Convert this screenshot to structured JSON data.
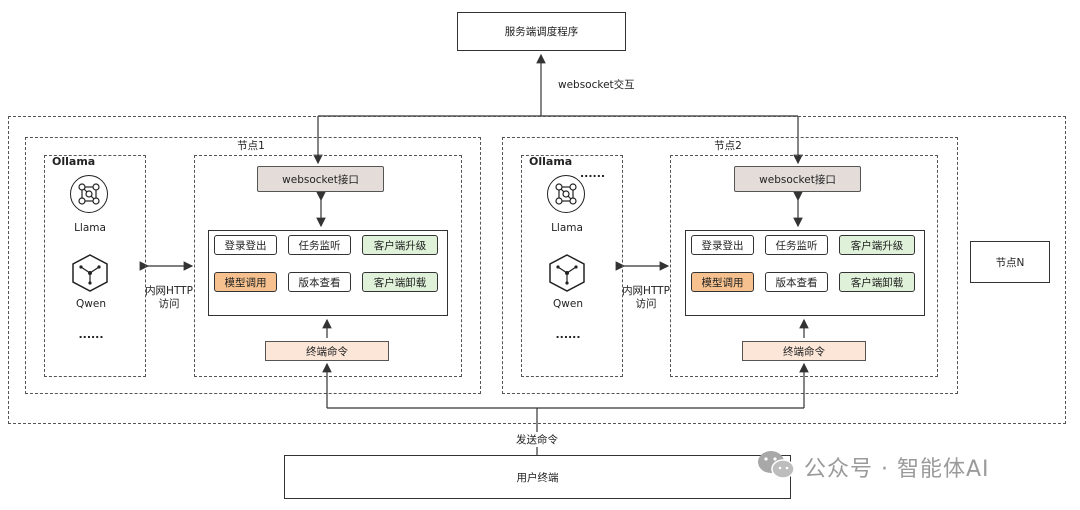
{
  "server": {
    "label": "服务端调度程序"
  },
  "ws_interaction": {
    "label": "websocket交互"
  },
  "nodes": [
    {
      "title": "节点1",
      "ollama": {
        "title": "Ollama",
        "models": [
          {
            "name": "Llama",
            "icon": "llama-network-icon"
          },
          {
            "name": "Qwen",
            "icon": "qwen-cube-icon"
          }
        ],
        "more": "......"
      },
      "http_label_line1": "内网HTTP",
      "http_label_line2": "访问",
      "ws_port": "websocket接口",
      "buttons": [
        {
          "label": "登录登出",
          "color": "white"
        },
        {
          "label": "任务监听",
          "color": "white"
        },
        {
          "label": "客户端升级",
          "color": "green"
        },
        {
          "label": "模型调用",
          "color": "orange"
        },
        {
          "label": "版本查看",
          "color": "white"
        },
        {
          "label": "客户端卸载",
          "color": "green"
        }
      ],
      "terminal": "终端命令"
    },
    {
      "title": "节点2",
      "ollama": {
        "title": "Ollama",
        "models": [
          {
            "name": "Llama",
            "icon": "llama-network-icon"
          },
          {
            "name": "Qwen",
            "icon": "qwen-cube-icon"
          }
        ],
        "more": "......",
        "dots": "......"
      },
      "http_label_line1": "内网HTTP",
      "http_label_line2": "访问",
      "ws_port": "websocket接口",
      "buttons": [
        {
          "label": "登录登出",
          "color": "white"
        },
        {
          "label": "任务监听",
          "color": "white"
        },
        {
          "label": "客户端升级",
          "color": "green"
        },
        {
          "label": "模型调用",
          "color": "orange"
        },
        {
          "label": "版本查看",
          "color": "white"
        },
        {
          "label": "客户端卸载",
          "color": "green"
        }
      ],
      "terminal": "终端命令"
    }
  ],
  "node_n": "节点N",
  "send_command": "发送命令",
  "user_terminal": "用户终端",
  "watermark": "公众号 · 智能体AI",
  "colors": {
    "orange": "#f6c18e",
    "green": "#dff1d9",
    "ws": "#e3dcd9",
    "terminal": "#fbe6d7"
  }
}
